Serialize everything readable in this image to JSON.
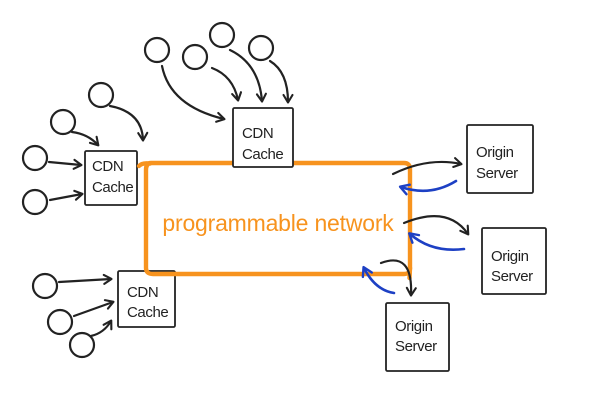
{
  "colors": {
    "orange": "#f7931e",
    "blue": "#1d40c4",
    "ink": "#222222",
    "paper": "#ffffff"
  },
  "network": {
    "label": "programmable network"
  },
  "boxes": {
    "cdn_left": {
      "line1": "CDN",
      "line2": "Cache"
    },
    "cdn_top": {
      "line1": "CDN",
      "line2": "Cache"
    },
    "cdn_bottom": {
      "line1": "CDN",
      "line2": "Cache"
    },
    "origin_top": {
      "line1": "Origin",
      "line2": "Server"
    },
    "origin_mid": {
      "line1": "Origin",
      "line2": "Server"
    },
    "origin_bottom": {
      "line1": "Origin",
      "line2": "Server"
    }
  },
  "clients": {
    "icon": "circle",
    "top_group_count": 4,
    "left_group_count": 4,
    "bottom_group_count": 3
  }
}
